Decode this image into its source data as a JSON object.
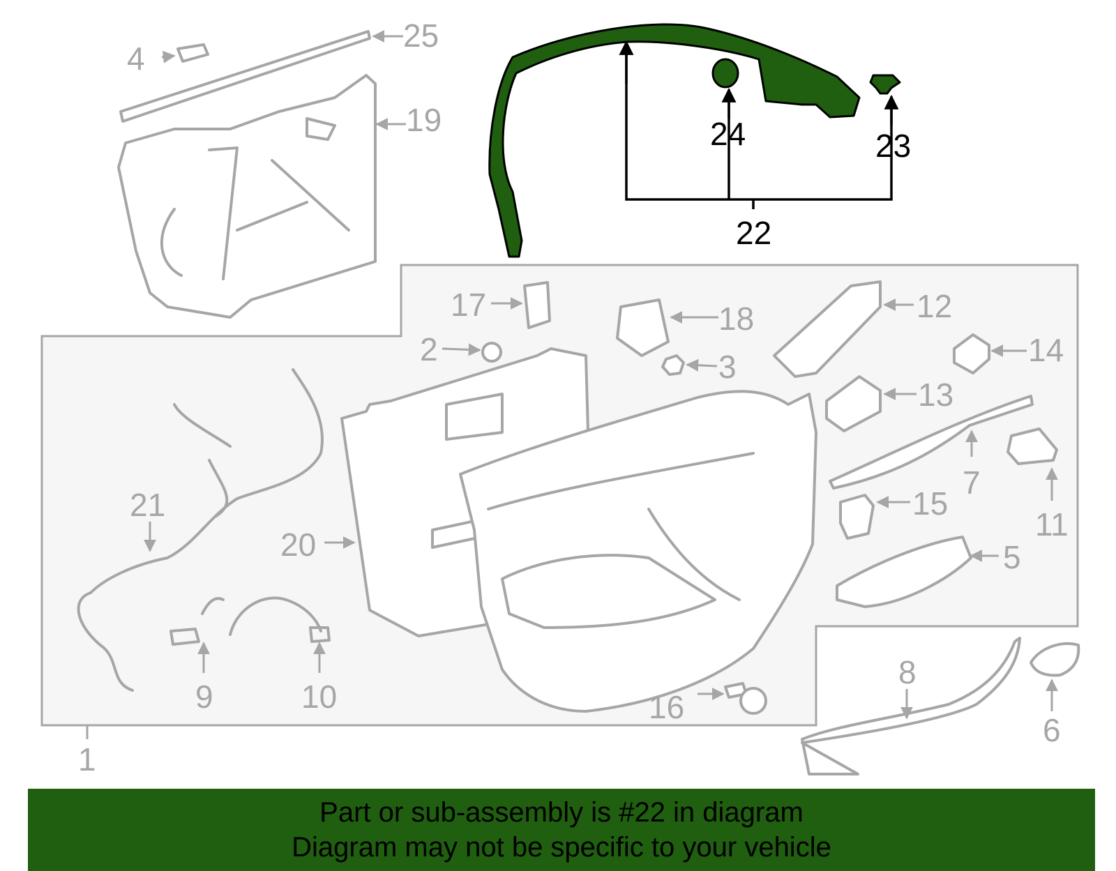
{
  "diagram": {
    "highlight_color": "#1f5f0f",
    "callouts": [
      {
        "id": "1",
        "label": "1"
      },
      {
        "id": "2",
        "label": "2"
      },
      {
        "id": "3",
        "label": "3"
      },
      {
        "id": "4",
        "label": "4"
      },
      {
        "id": "5",
        "label": "5"
      },
      {
        "id": "6",
        "label": "6"
      },
      {
        "id": "7",
        "label": "7"
      },
      {
        "id": "8",
        "label": "8"
      },
      {
        "id": "9",
        "label": "9"
      },
      {
        "id": "10",
        "label": "10"
      },
      {
        "id": "11",
        "label": "11"
      },
      {
        "id": "12",
        "label": "12"
      },
      {
        "id": "13",
        "label": "13"
      },
      {
        "id": "14",
        "label": "14"
      },
      {
        "id": "15",
        "label": "15"
      },
      {
        "id": "16",
        "label": "16"
      },
      {
        "id": "17",
        "label": "17"
      },
      {
        "id": "18",
        "label": "18"
      },
      {
        "id": "19",
        "label": "19"
      },
      {
        "id": "20",
        "label": "20"
      },
      {
        "id": "21",
        "label": "21"
      },
      {
        "id": "22",
        "label": "22",
        "highlighted": true
      },
      {
        "id": "23",
        "label": "23",
        "highlighted": true
      },
      {
        "id": "24",
        "label": "24",
        "highlighted": true
      },
      {
        "id": "25",
        "label": "25"
      }
    ]
  },
  "banner": {
    "line1": "Part or sub-assembly is #22 in diagram",
    "line2": "Diagram may not be specific to your vehicle"
  }
}
